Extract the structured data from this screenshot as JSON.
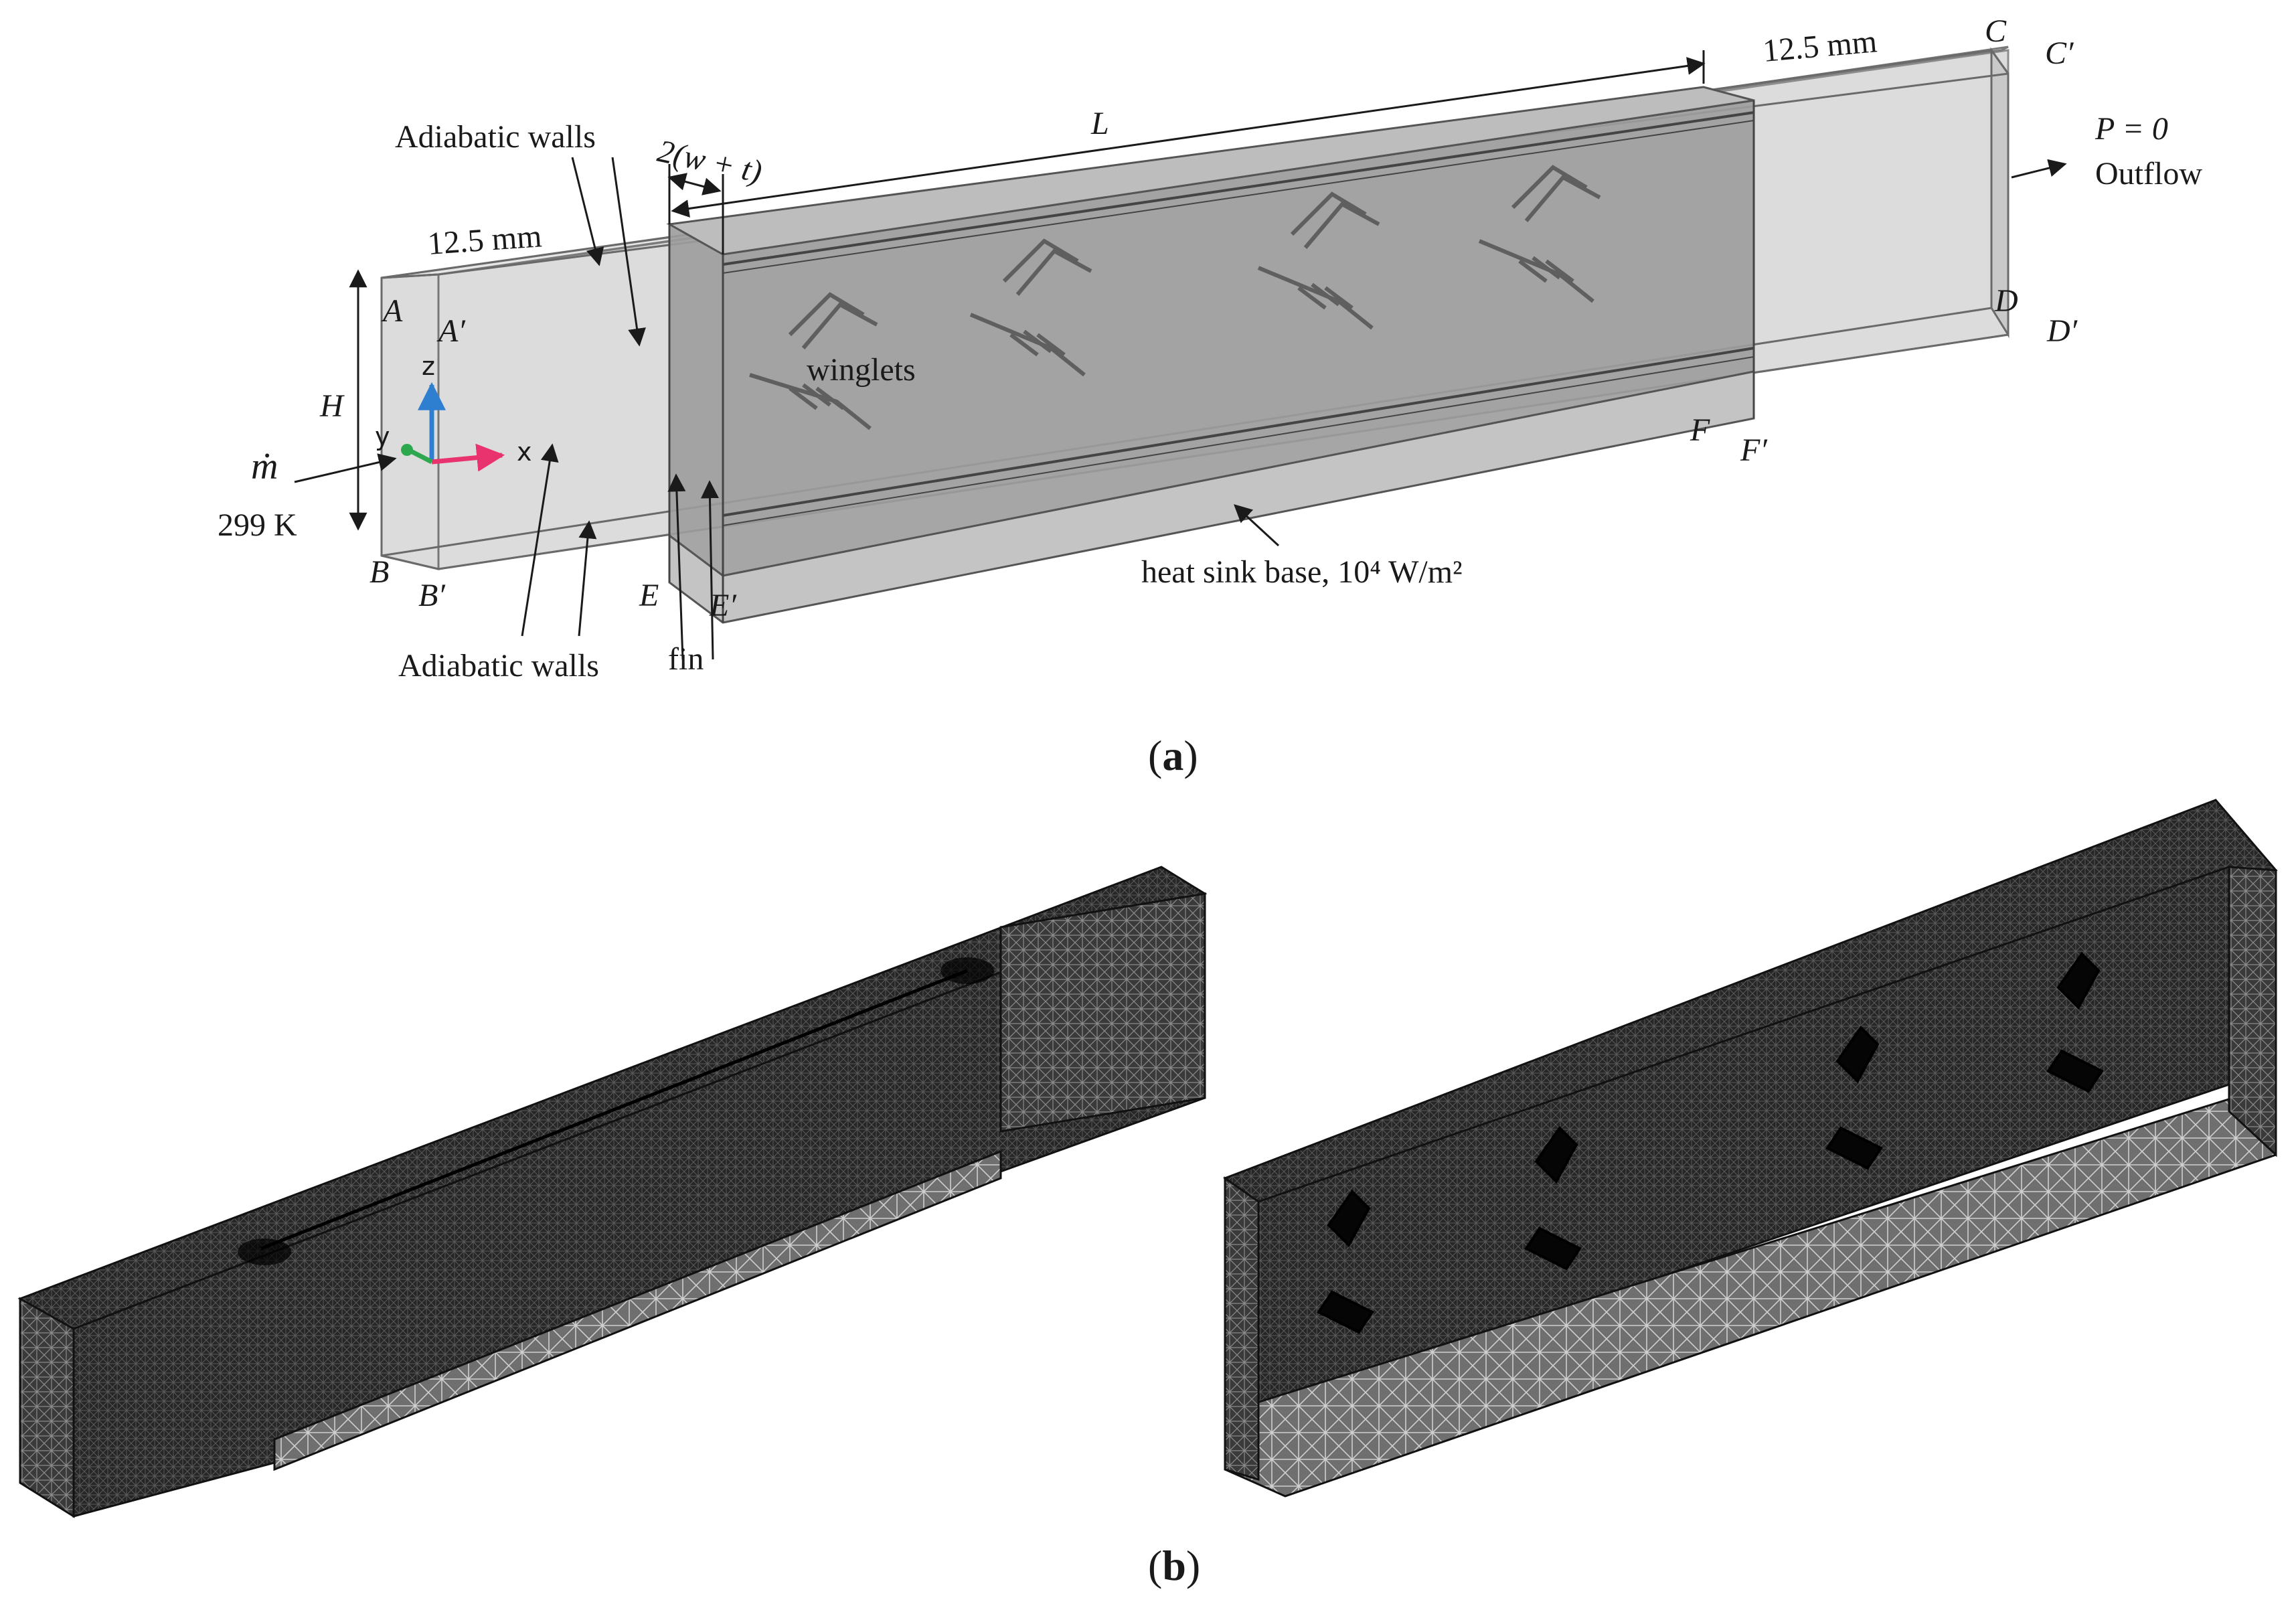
{
  "panel_a": {
    "caption_open": "(",
    "caption_letter": "a",
    "caption_close": ")",
    "dim_12_5_left": "12.5 mm",
    "dim_12_5_right": "12.5 mm",
    "dim_L": "L",
    "dim_2wt": "2(w + t)",
    "dim_H": "H",
    "adiabatic_top": "Adiabatic walls",
    "adiabatic_bottom": "Adiabatic walls",
    "winglets": "winglets",
    "fin": "fin",
    "heat_sink_base": "heat sink base, 10⁴ W/m²",
    "outflow_p": "P = 0",
    "outflow_label": "Outflow",
    "inlet_mdot": "ṁ",
    "inlet_temp": "299 K",
    "axis_x": "x",
    "axis_y": "y",
    "axis_z": "z",
    "points": {
      "A": "A",
      "A_prime": "A′",
      "B": "B",
      "B_prime": "B′",
      "C": "C",
      "C_prime": "C′",
      "D": "D",
      "D_prime": "D′",
      "E": "E",
      "E_prime": "E′",
      "F": "F",
      "F_prime": "F′"
    },
    "colors": {
      "box_fill": "#d9d9d9",
      "box_dark": "#9e9e9e",
      "axis_x": "#e8336e",
      "axis_y": "#2ea84f",
      "axis_z": "#2f7fd0"
    }
  },
  "panel_b": {
    "caption_open": "(",
    "caption_letter": "b",
    "caption_close": ")",
    "colors": {
      "mesh_dark": "#1b1b1b",
      "mesh_light": "#9a9a9a"
    }
  }
}
